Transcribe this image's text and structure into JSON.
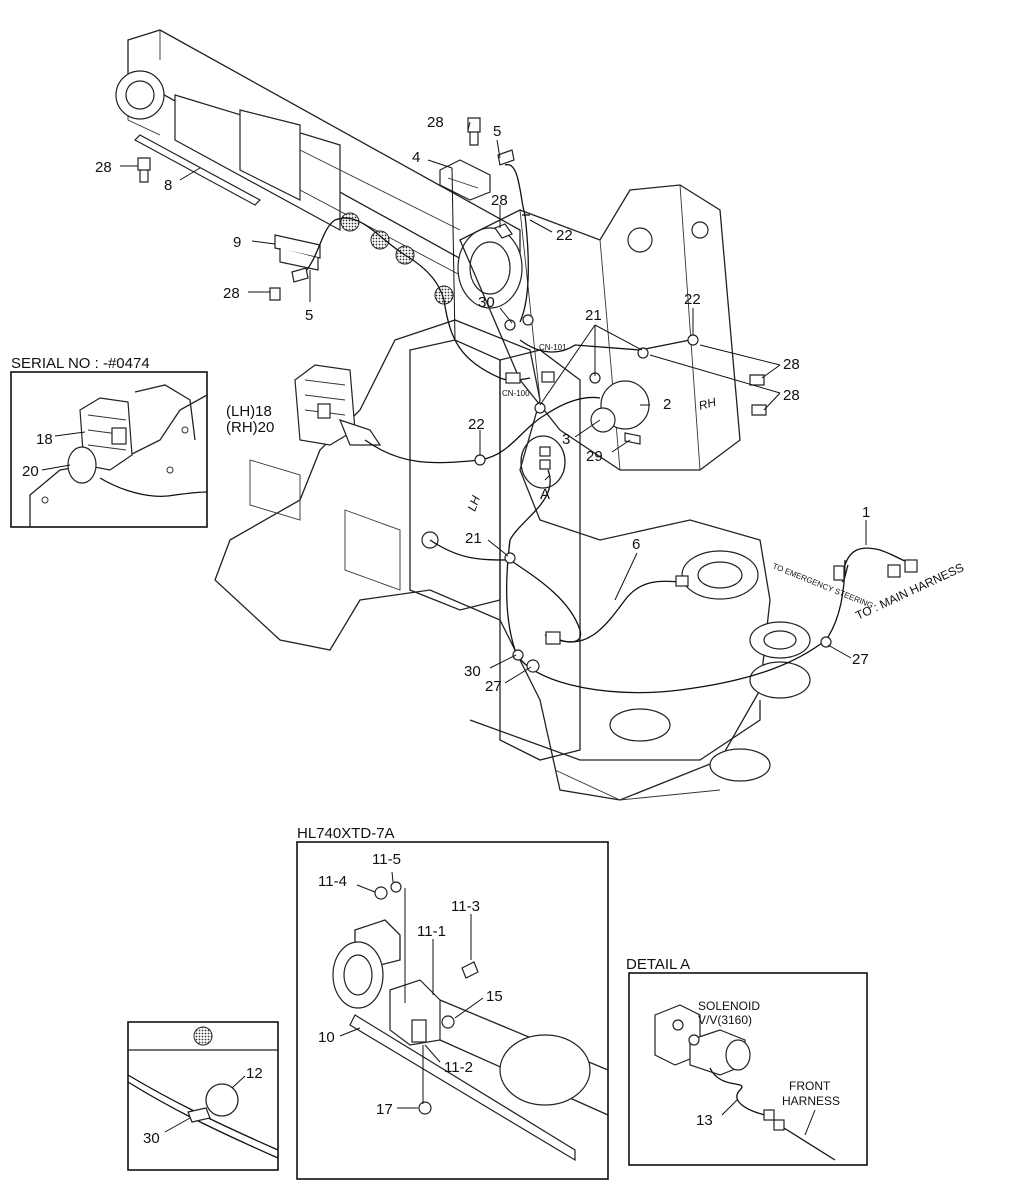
{
  "diagram": {
    "serial_title": "SERIAL NO : -#0474",
    "variant_title": "HL740XTD-7A",
    "detail_title": "DETAIL A",
    "detail_marker": "A",
    "side_lh": "LH",
    "side_rh": "RH",
    "connector_101": "CN-101",
    "connector_100": "CN-100",
    "lamp_lh": "(LH)18",
    "lamp_rh": "(RH)20",
    "to_emergency": "TO EMERGENCY STEERING",
    "to_main": "TO : MAIN HARNESS",
    "solenoid_line1": "SOLENOID",
    "solenoid_line2": "V/V(3160)",
    "front_line1": "FRONT",
    "front_line2": "HARNESS",
    "callouts": {
      "c1": "1",
      "c2": "2",
      "c3": "3",
      "c4": "4",
      "c5a": "5",
      "c5b": "5",
      "c6": "6",
      "c8": "8",
      "c9": "9",
      "c10": "10",
      "c11_1": "11-1",
      "c11_2": "11-2",
      "c11_3": "11-3",
      "c11_4": "11-4",
      "c11_5": "11-5",
      "c12": "12",
      "c13": "13",
      "c15": "15",
      "c17": "17",
      "c18": "18",
      "c20": "20",
      "c21a": "21",
      "c21b": "21",
      "c22a": "22",
      "c22b": "22",
      "c22c": "22",
      "c27a": "27",
      "c27b": "27",
      "c28a": "28",
      "c28b": "28",
      "c28c": "28",
      "c28d": "28",
      "c28e": "28",
      "c28f": "28",
      "c29": "29",
      "c30a": "30",
      "c30b": "30",
      "c30c": "30"
    }
  }
}
